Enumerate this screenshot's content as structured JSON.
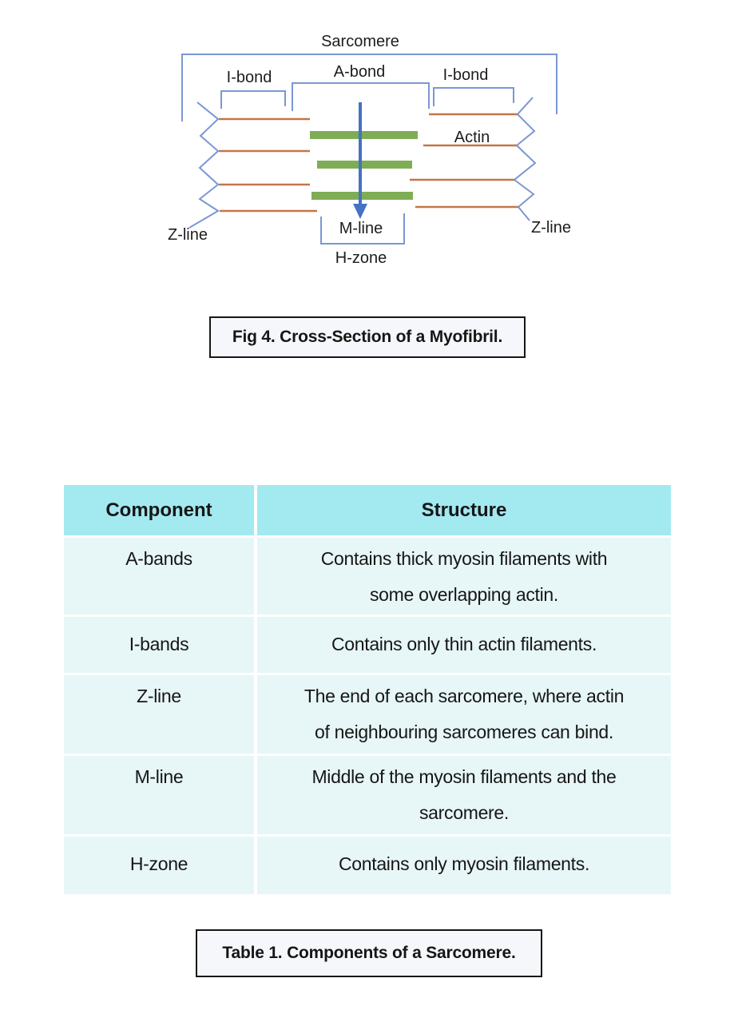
{
  "diagram": {
    "labels": {
      "sarcomere": "Sarcomere",
      "i_bond_left": "I-bond",
      "a_bond": "A-bond",
      "i_bond_right": "I-bond",
      "actin": "Actin",
      "z_line_left": "Z-line",
      "z_line_right": "Z-line",
      "m_line": "M-line",
      "h_zone": "H-zone"
    },
    "colors": {
      "bracket_blue": "#7b97d4",
      "arrow_blue": "#4472c4",
      "myosin_green": "#7fad55",
      "actin_orange": "#c3764a"
    }
  },
  "figure_caption": "Fig 4. Cross-Section of a Myofibril.",
  "table": {
    "headers": {
      "component": "Component",
      "structure": "Structure"
    },
    "rows": [
      {
        "component": "A-bands",
        "structure": "Contains thick myosin filaments with\nsome overlapping actin."
      },
      {
        "component": "I-bands",
        "structure": "Contains only thin actin filaments."
      },
      {
        "component": "Z-line",
        "structure": "The end of each sarcomere, where actin\nof neighbouring sarcomeres can bind."
      },
      {
        "component": "M-line",
        "structure": "Middle of the myosin filaments and the\nsarcomere."
      },
      {
        "component": "H-zone",
        "structure": "Contains only myosin filaments."
      }
    ],
    "colors": {
      "header_bg": "#a3e9f0",
      "row_bg": "#e7f6f7"
    }
  },
  "table_caption": "Table 1. Components of a Sarcomere."
}
